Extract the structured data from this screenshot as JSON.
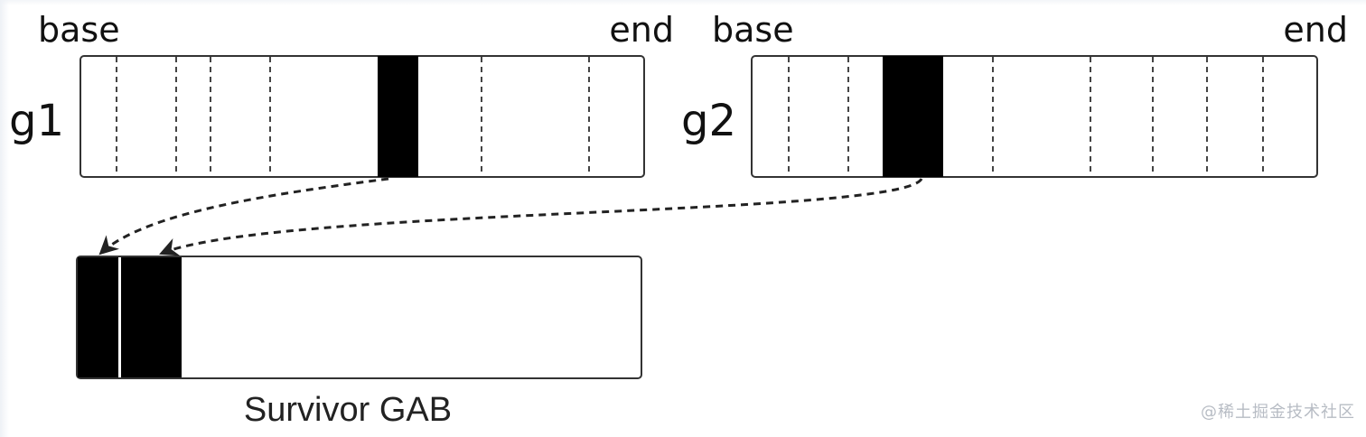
{
  "regions": [
    {
      "id": "g1",
      "label": "g1",
      "start_label": "base",
      "end_label": "end"
    },
    {
      "id": "g2",
      "label": "g2",
      "start_label": "base",
      "end_label": "end"
    }
  ],
  "survivor": {
    "caption": "Survivor GAB"
  },
  "watermark": "@稀土掘金技术社区",
  "colors": {
    "stroke": "#333333",
    "object_fill": "#000000",
    "background": "#ffffff",
    "watermark": "#b7bcc4"
  }
}
